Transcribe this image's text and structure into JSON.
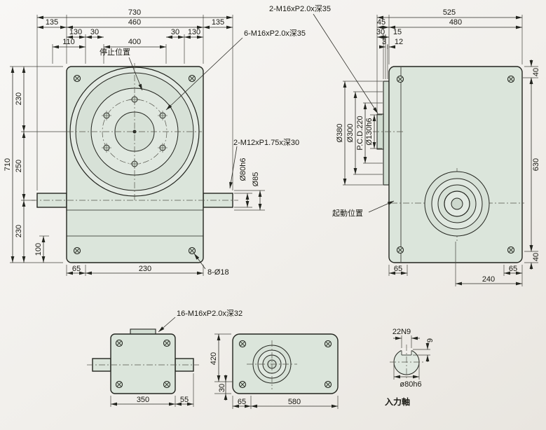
{
  "colors": {
    "background": "#f1efeb",
    "body_fill": "#dbe5db",
    "line": "#23251f"
  },
  "drawing": {
    "front": {
      "dim_730": "730",
      "dim_135l": "135",
      "dim_460": "460",
      "dim_135r": "135",
      "dim_130l": "130",
      "dim_30l": "30",
      "dim_30r": "30",
      "dim_130r": "130",
      "dim_110": "110",
      "dim_400": "400",
      "dim_710": "710",
      "dim_230t": "230",
      "dim_250": "250",
      "dim_230b": "230",
      "dim_100": "100",
      "dim_65": "65",
      "dim_230bot": "230",
      "label_stop": "停止位置",
      "label_holes": "8-Ø18",
      "label_tap": "2-M12xP1.75x深30",
      "dim_d80": "Ø80h6",
      "dim_d85": "Ø85"
    },
    "side": {
      "dim_525": "525",
      "dim_45": "45",
      "dim_480": "480",
      "dim_30": "30",
      "dim_15": "15",
      "dim_3": "3",
      "dim_12": "12",
      "dim_40t": "40",
      "dim_630": "630",
      "dim_40b": "40",
      "dim_d380": "Ø380",
      "dim_d300": "Ø300",
      "dim_pcd": "P.C.D.220",
      "dim_d130": "Ø130h6",
      "dim_65l": "65",
      "dim_65r": "65",
      "dim_240": "240",
      "label_tap2": "2-M16xP2.0x深35",
      "label_tap6": "6-M16xP2.0x深35",
      "label_start": "起動位置"
    },
    "small_side": {
      "label_tap16": "16-M16xP2.0x深32",
      "dim_350": "350",
      "dim_55": "55"
    },
    "bottom": {
      "dim_420": "420",
      "dim_30": "30",
      "dim_65": "65",
      "dim_580": "580"
    },
    "shaft": {
      "dim_key": "22N9",
      "dim_depth": "9",
      "dim_dia": "ø80h6",
      "label": "入力軸"
    }
  }
}
